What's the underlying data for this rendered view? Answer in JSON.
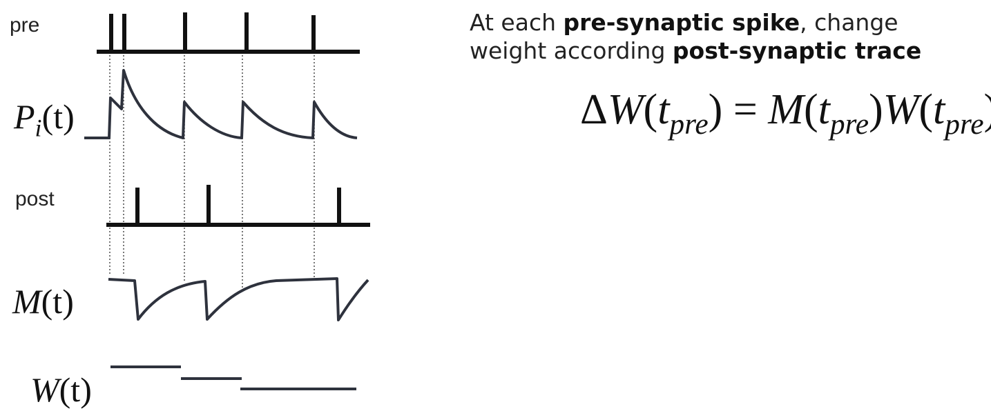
{
  "labels": {
    "pre": "pre",
    "post": "post",
    "p_trace": {
      "symbol": "P",
      "subscript": "i",
      "arg": "(t)"
    },
    "m_trace": {
      "symbol": "M",
      "arg": "(t)"
    },
    "weight": {
      "symbol": "W",
      "arg": "(t)"
    }
  },
  "rule": {
    "line1_prefix": "At each ",
    "line1_bold": "pre-synaptic spike",
    "line1_suffix": ", change",
    "line2_prefix": "weight according ",
    "line2_bold": "post-synaptic trace"
  },
  "equation": {
    "delta": "Δ",
    "lhs_symbol": "W",
    "lhs_open": "(",
    "t": "t",
    "sub": "pre",
    "lhs_close": ")",
    "equals": " = ",
    "m_symbol": "M",
    "w_symbol": "W"
  },
  "colors": {
    "spike": "#111111",
    "trace": "#2e323d",
    "weight": "#2e323d",
    "guide": "#555555"
  }
}
